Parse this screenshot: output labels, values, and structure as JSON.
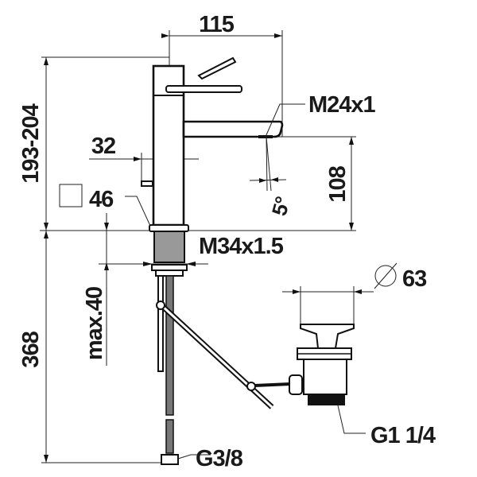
{
  "drawing": {
    "dimensions": {
      "spout_reach": "115",
      "total_height": "193-204",
      "lever_offset": "32",
      "base_square": "46",
      "spout_thread": "M24x1",
      "spout_angle": "5°",
      "spout_height": "108",
      "shank_thread": "M34x1.5",
      "max_deck_thickness": "max.40",
      "hose_length": "368",
      "waste_diameter": "63",
      "waste_thread": "G1 1/4",
      "hose_thread": "G3/8"
    },
    "symbols": {
      "square": "square-symbol",
      "diameter": "diameter-symbol"
    },
    "line_color": "#111111"
  }
}
